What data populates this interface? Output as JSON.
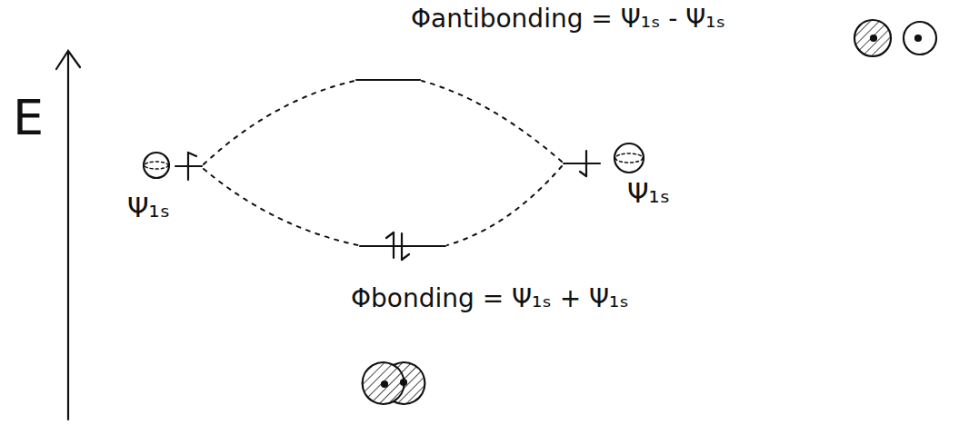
{
  "diagram": {
    "labels": [
      "E",
      "Ψ₁ₛ",
      "Ψ₁ₛ",
      "Φantibonding = Ψ₁ₛ - Ψ₁ₛ",
      "Φbonding = Ψ₁ₛ + Ψ₁ₛ"
    ]
  }
}
